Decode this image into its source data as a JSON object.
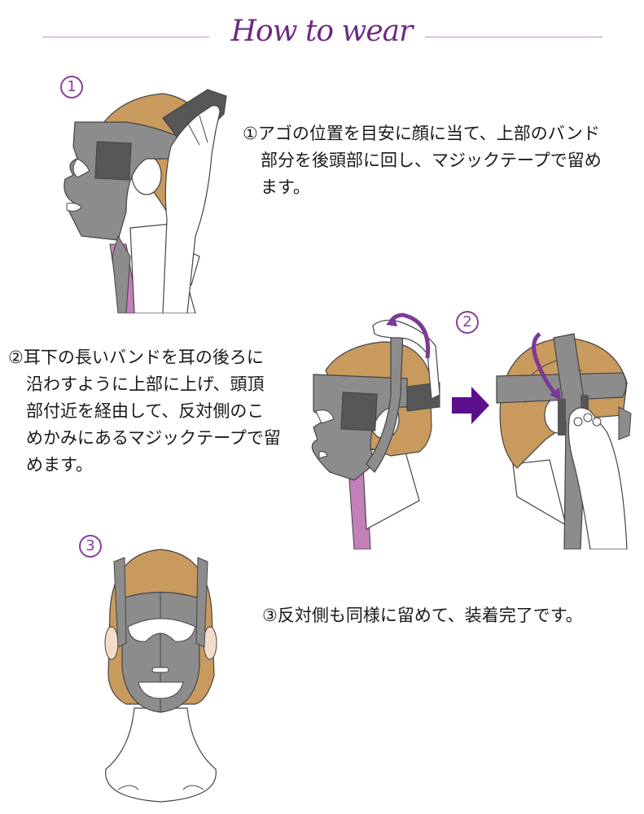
{
  "header": {
    "title": "How to wear"
  },
  "colors": {
    "accent_purple": "#6d2a82",
    "arrow_purple": "#5c0f8c",
    "line_purple": "#b98fc5",
    "mask_gray": "#8c8c8c",
    "mask_dark": "#575757",
    "hair": "#c99a5e",
    "neck_pink": "#c27fb8"
  },
  "steps": [
    {
      "number": "①",
      "lines": [
        "①アゴの位置を目安に顔に当て、上部のバンド",
        "部分を後頭部に回し、マジックテープで留め",
        "ます。"
      ],
      "illustration": "side-view-attaching-top-band"
    },
    {
      "number": "②",
      "lines": [
        "②耳下の長いバンドを耳の後ろに",
        "沿わすように上部に上げ、頭頂",
        "部付近を経由して、反対側のこ",
        "めかみにあるマジックテープで留",
        "めます。"
      ],
      "illustration": "side-views-pulling-band-over-head",
      "arrow_icon": "right-arrow"
    },
    {
      "number": "③",
      "lines": [
        "③反対側も同様に留めて、装着完了です。"
      ],
      "illustration": "front-view-mask-worn"
    }
  ]
}
